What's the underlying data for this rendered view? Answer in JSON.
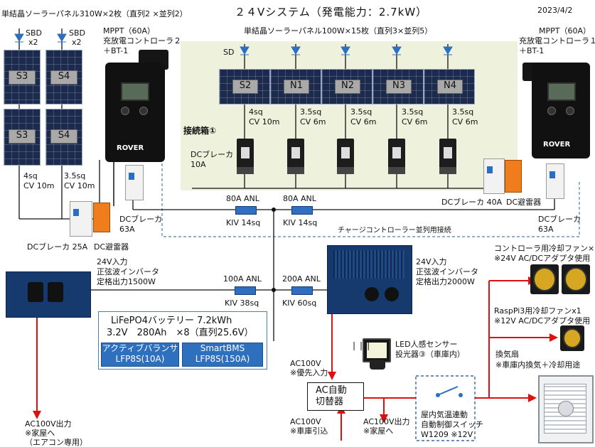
{
  "title": "２４Vシステム（発電能力：2.7kW）",
  "date": "2023/4/2",
  "left_array": {
    "heading": "単結晶ソーラーパネル310W×2枚（直列2 ×並列2）",
    "sbd": [
      "SBD",
      "x2"
    ],
    "panels": [
      "S3",
      "S4",
      "S3",
      "S4"
    ],
    "cables": [
      [
        "4sq",
        "CV 10m"
      ],
      [
        "3.5sq",
        "CV 10m"
      ]
    ],
    "breaker_label": "DCブレーカ 25A",
    "spd_label": "DC避雷器"
  },
  "center_array": {
    "heading": "単結晶ソーラーパネル100W×15枚（直列3×並列5）",
    "sd": "SD",
    "panels": [
      "S2",
      "N1",
      "N2",
      "N3",
      "N4"
    ],
    "cables": [
      [
        "4sq",
        "CV 10m"
      ],
      [
        "3.5sq",
        "CV 6m"
      ],
      [
        "3.5sq",
        "CV 6m"
      ],
      [
        "3.5sq",
        "CV 6m"
      ],
      [
        "3.5sq",
        "CV 6m"
      ]
    ],
    "junction_box": "接続箱①",
    "breaker_label": [
      "DCブレーカ",
      "10A"
    ],
    "breaker40": "DCブレーカ 40A",
    "spd_label": "DC避雷器"
  },
  "controller2": {
    "label": [
      "MPPT（60A）",
      "充放電コントローラ２",
      "＋BT-1"
    ],
    "brand": "ROVER",
    "breaker": [
      "DCブレーカ",
      "63A"
    ]
  },
  "controller1": {
    "label": [
      "MPPT（60A）",
      "充放電コントローラ１",
      "＋BT-1"
    ],
    "brand": "ROVER",
    "breaker": [
      "DCブレーカ",
      "63A"
    ]
  },
  "bus": {
    "fuse_left": [
      "80A ANL",
      "KIV 14sq"
    ],
    "fuse_right": [
      "80A ANL",
      "KIV 14sq"
    ],
    "parallel_note": "チャージコントローラー並列用接続",
    "fuse_inv1": [
      "100A ANL",
      "KIV 38sq"
    ],
    "fuse_inv2": [
      "200A ANL",
      "KIV 60sq"
    ]
  },
  "inverter1": {
    "label": [
      "24V入力",
      "正弦波インバータ",
      "定格出力1500W"
    ],
    "output": [
      "AC100V出力",
      "※家屋へ",
      "（エアコン専用）"
    ]
  },
  "inverter2": {
    "label": [
      "24V入力",
      "正弦波インバータ",
      "定格出力2000W"
    ]
  },
  "battery": {
    "line1": "LiFePO4バッテリー 7.2kWh",
    "line2": "3.2V　280Ah　×8（直列25.6V）",
    "balancer": [
      "アクティブバランサ",
      "LFP8S(10A)"
    ],
    "bms": [
      "SmartBMS",
      "LFP8S(150A)"
    ]
  },
  "led_sensor": [
    "LED人感センサー",
    "投光器③（車庫内）"
  ],
  "ats": {
    "label": [
      "AC自動",
      "切替器"
    ],
    "input_priority": [
      "AC100V",
      "※優先入力"
    ],
    "input_garage": [
      "AC100V",
      "※車庫引込"
    ],
    "output": [
      "AC100V出力",
      "※家屋へ"
    ]
  },
  "thermo_switch": [
    "屋内気温連動",
    "自動制御スイッチ",
    "W1209 ※12V"
  ],
  "fans": {
    "controller_fan": [
      "コントローラ用冷却ファン×２",
      "※24V AC/DCアダプタ使用"
    ],
    "raspi_fan": [
      "RaspPi3用冷却ファンx1",
      "※12V AC/DCアダプタ使用"
    ],
    "vent_fan": [
      "換気扇",
      "※車庫内換気＋冷却用途"
    ]
  },
  "colors": {
    "wire": "#111111",
    "ac_wire": "#e01010",
    "dashed": "#4a7fb0",
    "junction_bg": "#eef2dc",
    "panel": "#1b2a4d",
    "label_blue": "#2e6fbe"
  }
}
